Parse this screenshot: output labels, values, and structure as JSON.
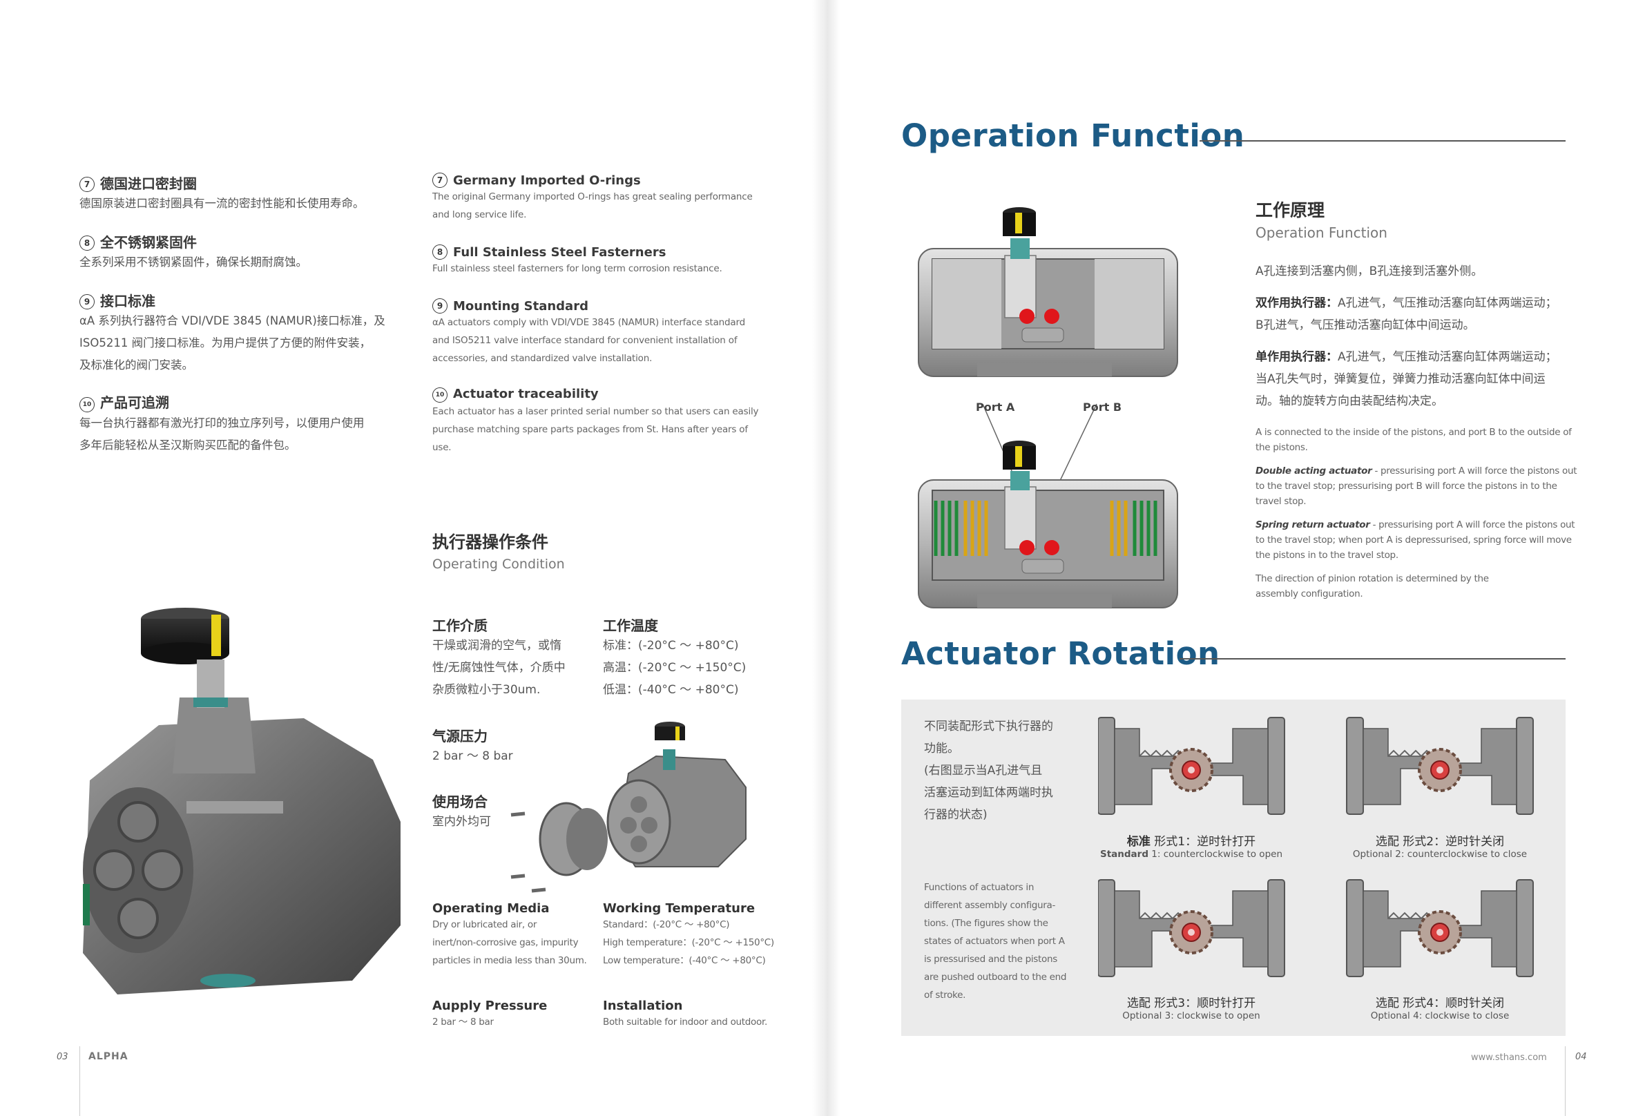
{
  "features_cn": [
    {
      "num": "7",
      "title": "德国进口密封圈",
      "body": [
        "德国原装进口密封圈具有一流的密封性能和长使用寿命。"
      ]
    },
    {
      "num": "8",
      "title": "全不锈钢紧固件",
      "body": [
        "全系列采用不锈钢紧固件，确保长期耐腐蚀。"
      ]
    },
    {
      "num": "9",
      "title": "接口标准",
      "body": [
        "αA 系列执行器符合 VDI/VDE 3845 (NAMUR)接口标准，及",
        "ISO5211 阀门接口标准。为用户提供了方便的附件安装，",
        "及标准化的阀门安装。"
      ]
    },
    {
      "num": "10",
      "title": "产品可追溯",
      "body": [
        "每一台执行器都有激光打印的独立序列号，以便用户使用",
        "多年后能轻松从圣汉斯购买匹配的备件包。"
      ]
    }
  ],
  "features_en": [
    {
      "num": "7",
      "title": "Germany Imported O-rings",
      "body": [
        "The original Germany imported O-rings has great sealing performance",
        "and long service life."
      ]
    },
    {
      "num": "8",
      "title": "Full Stainless Steel Fasterners",
      "body": [
        "Full stainless steel fasterners for long term corrosion resistance."
      ]
    },
    {
      "num": "9",
      "title": "Mounting Standard",
      "body": [
        "αA actuators comply with VDI/VDE 3845 (NAMUR) interface standard",
        "and ISO5211 valve interface standard for convenient installation of",
        "accessories, and standardized valve installation."
      ]
    },
    {
      "num": "10",
      "title": "Actuator traceability",
      "body": [
        "Each actuator has a laser printed serial number so that users can easily",
        "purchase matching spare parts packages from St. Hans after years of use."
      ]
    }
  ],
  "conditions": {
    "title_cn": "执行器操作条件",
    "title_en": "Operating Condition",
    "media_cn": {
      "title": "工作介质",
      "body": [
        "干燥或润滑的空气，或惰",
        "性/无腐蚀性气体，介质中",
        "杂质微粒小于30um."
      ]
    },
    "temp_cn": {
      "title": "工作温度",
      "body": [
        "标准：(-20°C ～ +80°C)",
        "高温：(-20°C ～ +150°C)",
        "低温：(-40°C ～ +80°C)"
      ]
    },
    "pressure_cn": {
      "title": "气源压力",
      "body": [
        "2 bar ～ 8 bar"
      ]
    },
    "place_cn": {
      "title": "使用场合",
      "body": [
        "室内外均可"
      ]
    },
    "media_en": {
      "title": "Operating Media",
      "body": [
        "Dry or lubricated air, or",
        "inert/non-corrosive gas, impurity",
        "particles in media less than 30um."
      ]
    },
    "temp_en": {
      "title": "Working Temperature",
      "body": [
        "Standard：(-20°C ～ +80°C)",
        "High temperature：(-20°C ～ +150°C)",
        "Low temperature：(-40°C ～ +80°C)"
      ]
    },
    "pressure_en": {
      "title": "Aupply Pressure",
      "body": [
        "2 bar ～ 8 bar"
      ]
    },
    "install_en": {
      "title": "Installation",
      "body": [
        "Both suitable for indoor and outdoor."
      ]
    }
  },
  "operation": {
    "heading": "Operation Function",
    "title_cn": "工作原理",
    "title_en": "Operation Function",
    "line1": "A孔连接到活塞内侧，B孔连接到活塞外侧。",
    "double_label": "双作用执行器：",
    "double_text": [
      "A孔进气，气压推动活塞向缸体两端运动；",
      "B孔进气，气压推动活塞向缸体中间运动。"
    ],
    "single_label": "单作用执行器：",
    "single_text": [
      "A孔进气，气压推动活塞向缸体两端运动；",
      "当A孔失气时，弹簧复位，弹簧力推动活塞向缸体中间运",
      "动。轴的旋转方向由装配结构决定。"
    ],
    "en_p1": [
      "A is connected to the inside of the pistons, and port B to the outside of",
      "the pistons."
    ],
    "en_double_label": "Double acting actuator",
    "en_double_text": [
      " - pressurising port A will force the pistons out",
      "to the travel stop; pressurising port B will force the pistons in to the",
      "travel stop."
    ],
    "en_spring_label": "Spring return actuator",
    "en_spring_text": [
      " - pressurising port A will force the pistons out",
      "to the travel stop; when port A is depressurised, spring force will move",
      "the pistons in to the travel stop."
    ],
    "en_p4": [
      "The direction of pinion rotation is determined by the",
      "assembly configuration."
    ],
    "port_a": "Port A",
    "port_b": "Port B"
  },
  "rotation": {
    "heading": "Actuator Rotation",
    "note_cn": [
      "不同装配形式下执行器的",
      "功能。",
      "(右图显示当A孔进气且",
      "活塞运动到缸体两端时执",
      "行器的状态)"
    ],
    "note_en": [
      "Functions of actuators in",
      "different assembly configura-",
      "tions. (The figures show the",
      "states of actuators when port A",
      "is pressurised and the pistons",
      "are pushed outboard to the end",
      "of stroke."
    ],
    "items": [
      {
        "cn_bold": "标准",
        "cn": " 形式1：逆时针打开",
        "en_bold": "Standard",
        "en": " 1:  counterclockwise to open"
      },
      {
        "cn_bold": "",
        "cn": "选配 形式2：逆时针关闭",
        "en_bold": "",
        "en": "Optional 2: counterclockwise to close"
      },
      {
        "cn_bold": "",
        "cn": "选配 形式3：顺时针打开",
        "en_bold": "",
        "en": "Optional 3:  clockwise to open"
      },
      {
        "cn_bold": "",
        "cn": "选配 形式4：顺时针关闭",
        "en_bold": "",
        "en": "Optional 4: clockwise to close"
      }
    ]
  },
  "footer": {
    "page_left": "03",
    "brand": "ALPHA",
    "url": "www.sthans.com",
    "page_right": "04"
  },
  "colors": {
    "heading_blue": "#1c5b86",
    "port_red": "#e0161b",
    "body_grey": "#555555",
    "panel_grey": "#ebebeb"
  }
}
